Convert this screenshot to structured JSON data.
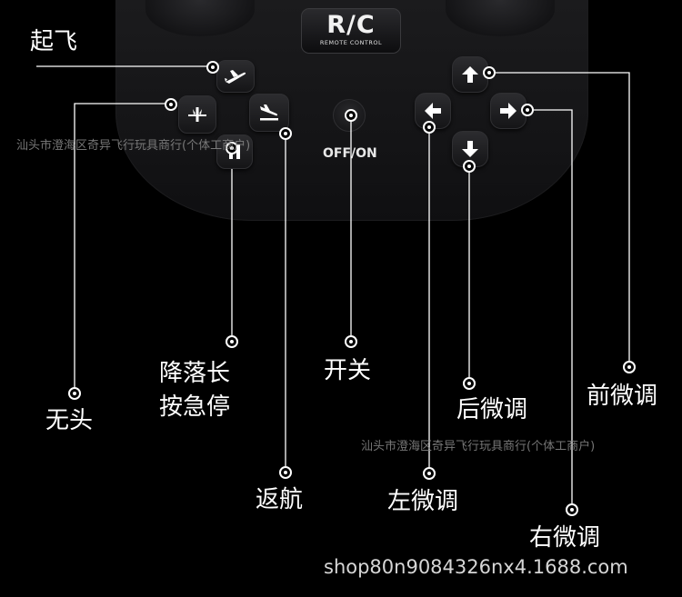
{
  "remote": {
    "badge_title": "R/C",
    "badge_subtitle": "REMOTE CONTROL",
    "power_label": "OFF/ON"
  },
  "labels": {
    "takeoff": "起飞",
    "headless": "无头",
    "land_hold": [
      "降落长",
      "按急停"
    ],
    "return_home": "返航",
    "power": "开关",
    "left_trim": "左微调",
    "back_trim": "后微调",
    "front_trim": "前微调",
    "right_trim": "右微调"
  },
  "icons": {
    "takeoff_button": "plane-up-icon",
    "headless_button": "headless-plane-icon",
    "return_button": "plane-landing-icon",
    "pause_button": "pause-icon",
    "trim_up": "arrow-up-icon",
    "trim_down": "arrow-down-icon",
    "trim_left": "arrow-left-icon",
    "trim_right": "arrow-right-icon"
  },
  "watermark": {
    "top": "汕头市澄海区奇异飞行玩具商行(个体工商户)",
    "bottom": "汕头市澄海区奇异飞行玩具商行(个体工商户)"
  },
  "shop_url": "shop80n9084326nx4.1688.com"
}
